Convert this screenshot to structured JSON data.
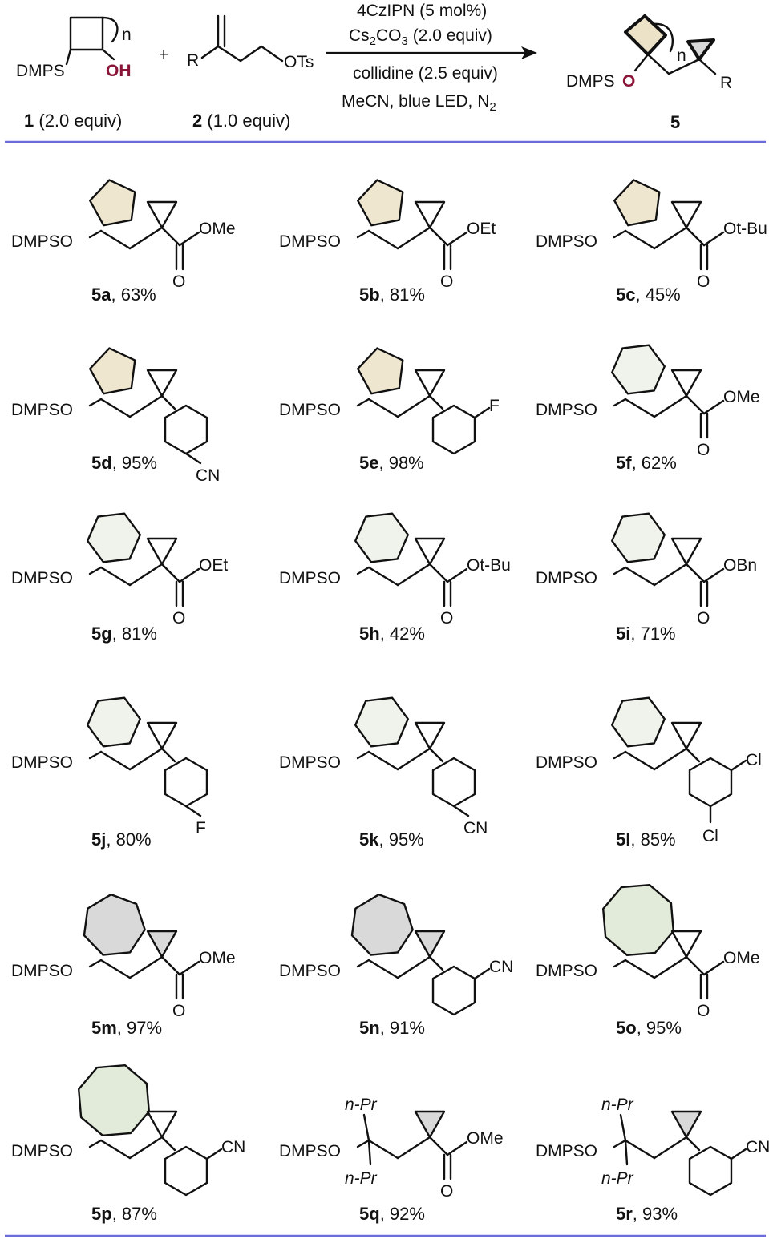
{
  "colors": {
    "rule": "#6b6bdc",
    "hetero": "#8b1538",
    "ring5": "#efe6cf",
    "ring6": "#f0f3ec",
    "ring7": "#d9d9d9",
    "ring8": "#e2ead9",
    "cyclopropane": "#d9d9d9",
    "product_ring": "#ece2c8"
  },
  "header": {
    "reactant1": {
      "group": "DMPS",
      "oh": "OH",
      "n": "n",
      "number": "1",
      "equiv": " (2.0 equiv)"
    },
    "reactant2": {
      "r": "R",
      "ots": "OTs",
      "number": "2",
      "equiv": " (1.0 equiv)"
    },
    "plus": "+",
    "conditions": {
      "line1": "4CzIPN (5 mol%)",
      "line2a": "Cs",
      "line2sub": "2",
      "line2b": "CO",
      "line2sub2": "3",
      "line2c": " (2.0 equiv)",
      "line3": "collidine (2.5 equiv)",
      "line4a": "MeCN, blue LED, N",
      "line4sub": "2"
    },
    "product": {
      "group": "DMPS",
      "o": "O",
      "n": "n",
      "r": "R",
      "number": "5"
    }
  },
  "label_dmpso": "DMPSO",
  "label_o": "O",
  "label_npr": "n-Pr",
  "products": [
    {
      "id": "5a",
      "yield": ", 63%",
      "sub": "OMe"
    },
    {
      "id": "5b",
      "yield": ", 81%",
      "sub": "OEt"
    },
    {
      "id": "5c",
      "yield": ", 45%",
      "sub": "Ot-Bu"
    },
    {
      "id": "5d",
      "yield": ", 95%",
      "sub": "CN"
    },
    {
      "id": "5e",
      "yield": ", 98%",
      "sub": "F"
    },
    {
      "id": "5f",
      "yield": ", 62%",
      "sub": "OMe"
    },
    {
      "id": "5g",
      "yield": ", 81%",
      "sub": "OEt"
    },
    {
      "id": "5h",
      "yield": ", 42%",
      "sub": "Ot-Bu"
    },
    {
      "id": "5i",
      "yield": ", 71%",
      "sub": "OBn"
    },
    {
      "id": "5j",
      "yield": ", 80%",
      "sub": "F"
    },
    {
      "id": "5k",
      "yield": ", 95%",
      "sub": "CN"
    },
    {
      "id": "5l",
      "yield": ", 85%",
      "sub": "Cl"
    },
    {
      "id": "5m",
      "yield": ", 97%",
      "sub": "OMe"
    },
    {
      "id": "5n",
      "yield": ", 91%",
      "sub": "CN"
    },
    {
      "id": "5o",
      "yield": ", 95%",
      "sub": "OMe"
    },
    {
      "id": "5p",
      "yield": ", 87%",
      "sub": "CN"
    },
    {
      "id": "5q",
      "yield": ", 92%",
      "sub": "OMe"
    },
    {
      "id": "5r",
      "yield": ", 93%",
      "sub": "CN"
    }
  ]
}
